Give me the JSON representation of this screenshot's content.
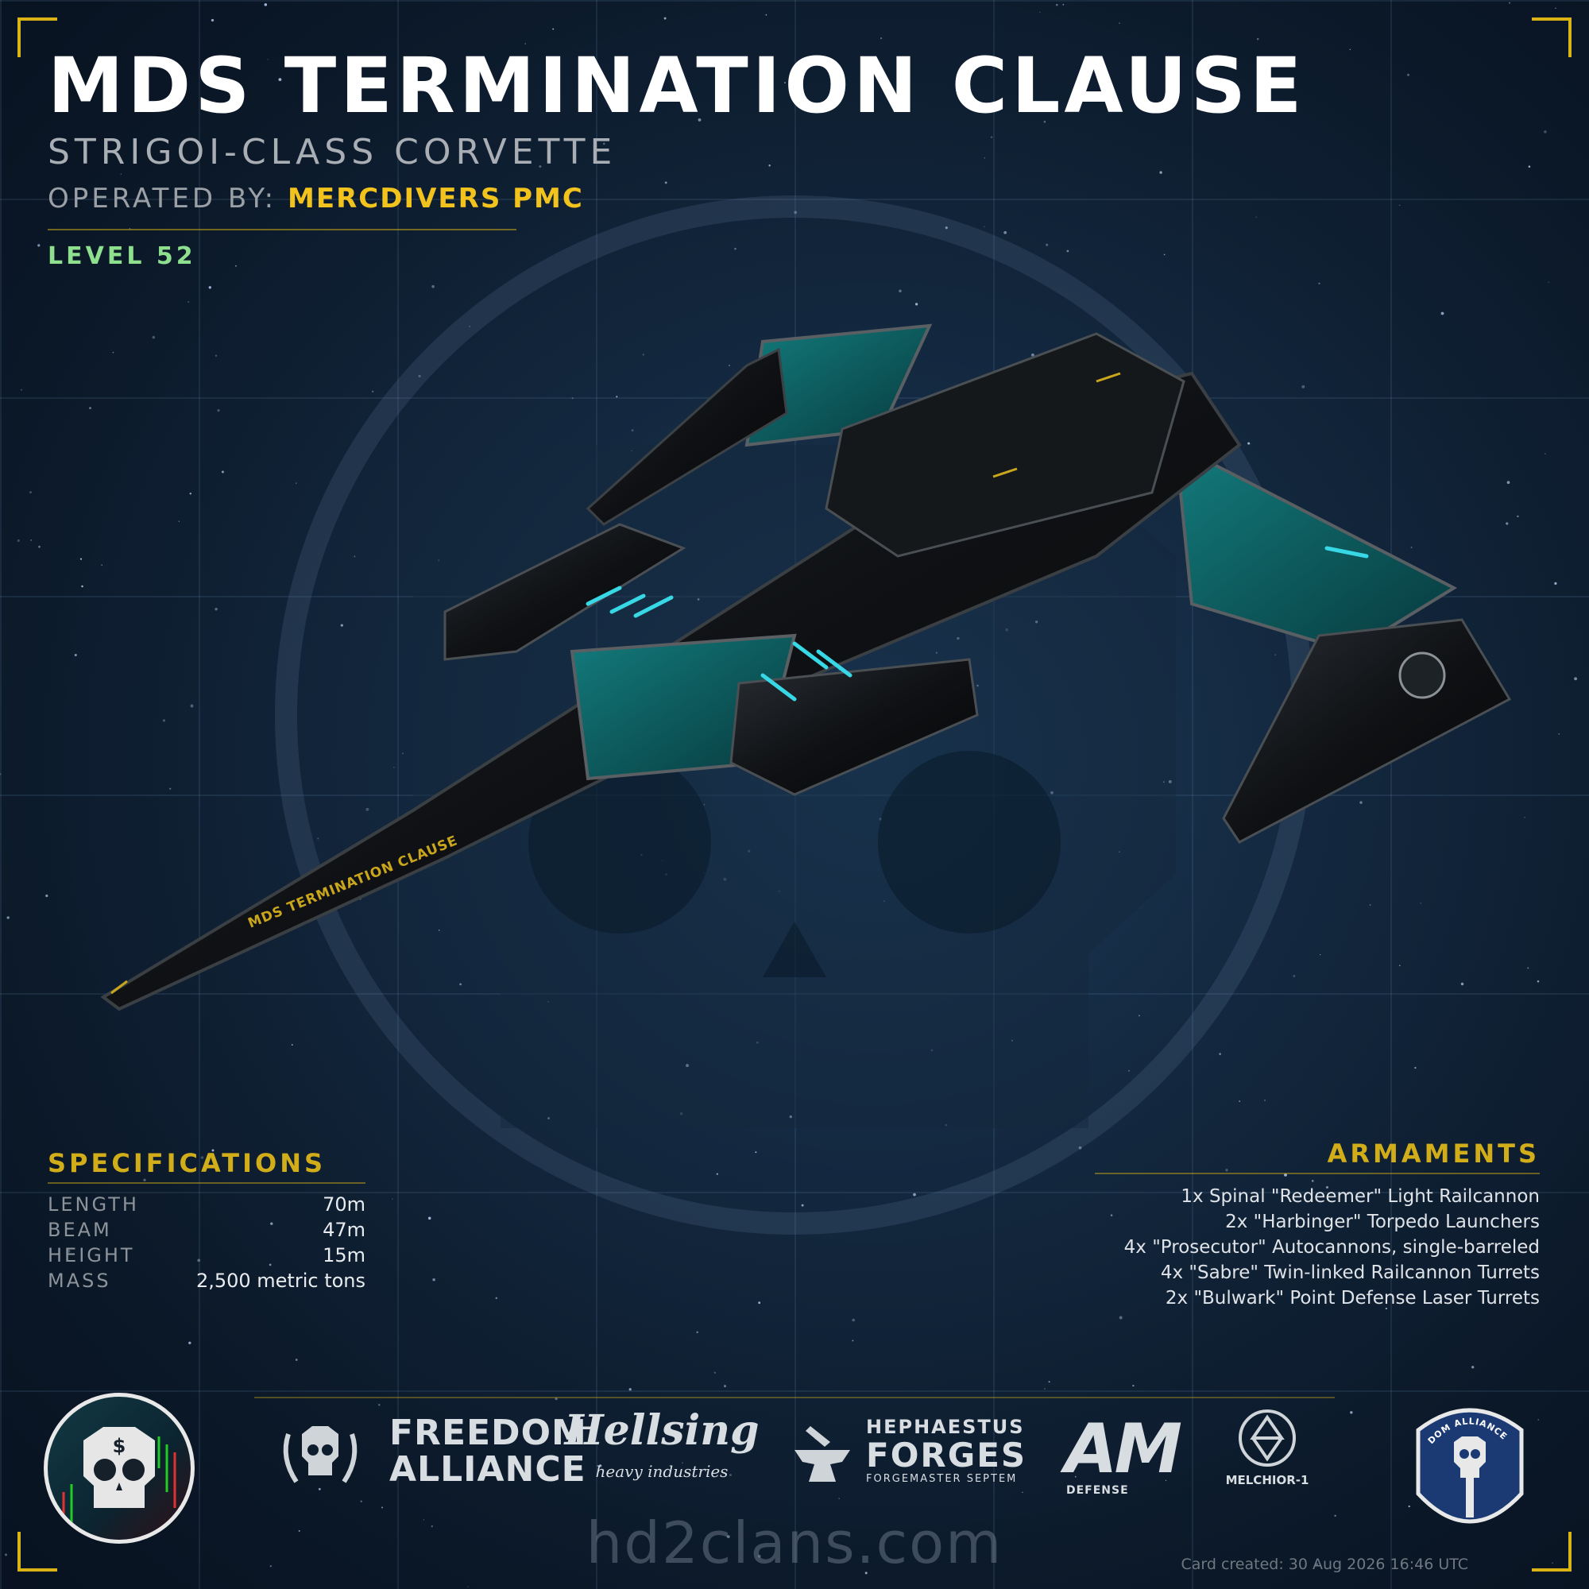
{
  "card": {
    "ship_name": "MDS TERMINATION CLAUSE",
    "ship_class": "STRIGOI-CLASS CORVETTE",
    "operated_by_label": "OPERATED BY:",
    "operator": "MERCDIVERS PMC",
    "level": "LEVEL 52",
    "hull_marking": "MDS TERMINATION CLAUSE"
  },
  "specifications": {
    "heading": "SPECIFICATIONS",
    "rows": [
      {
        "label": "LENGTH",
        "value": "70m"
      },
      {
        "label": "BEAM",
        "value": "47m"
      },
      {
        "label": "HEIGHT",
        "value": "15m"
      },
      {
        "label": "MASS",
        "value": "2,500 metric tons"
      }
    ]
  },
  "armaments": {
    "heading": "ARMAMENTS",
    "items": [
      "1x Spinal \"Redeemer\" Light Railcannon",
      "2x \"Harbinger\" Torpedo Launchers",
      "4x \"Prosecutor\" Autocannons, single-barreled",
      "4x \"Sabre\" Twin-linked Railcannon Turrets",
      "2x \"Bulwark\" Point Defense Laser Turrets"
    ]
  },
  "footer": {
    "logos": {
      "freedom_alliance": [
        "FREEDOM",
        "ALLIANCE"
      ],
      "hellsing": [
        "Hellsing",
        "heavy industries"
      ],
      "hephaestus": [
        "HEPHAESTUS",
        "FORGES",
        "FORGEMASTER SEPTEM"
      ],
      "am": [
        "AM",
        "DEFENSE"
      ],
      "melchior": "MELCHIOR-1",
      "navy_badge": "FREEDOM ALLIANCE NAVY"
    },
    "website": "hd2clans.com",
    "created": "Card created: 30 Aug 2026 16:46 UTC"
  },
  "colors": {
    "accent_gold": "#d2ad1a",
    "operator_yellow": "#f2c31d",
    "level_green": "#8ee08e",
    "ship_teal": "#0f6f6f",
    "ship_glow": "#38d7e6"
  },
  "icons": {
    "clan_badge": "skull-chart-icon",
    "background": "skull-emblem-icon"
  }
}
